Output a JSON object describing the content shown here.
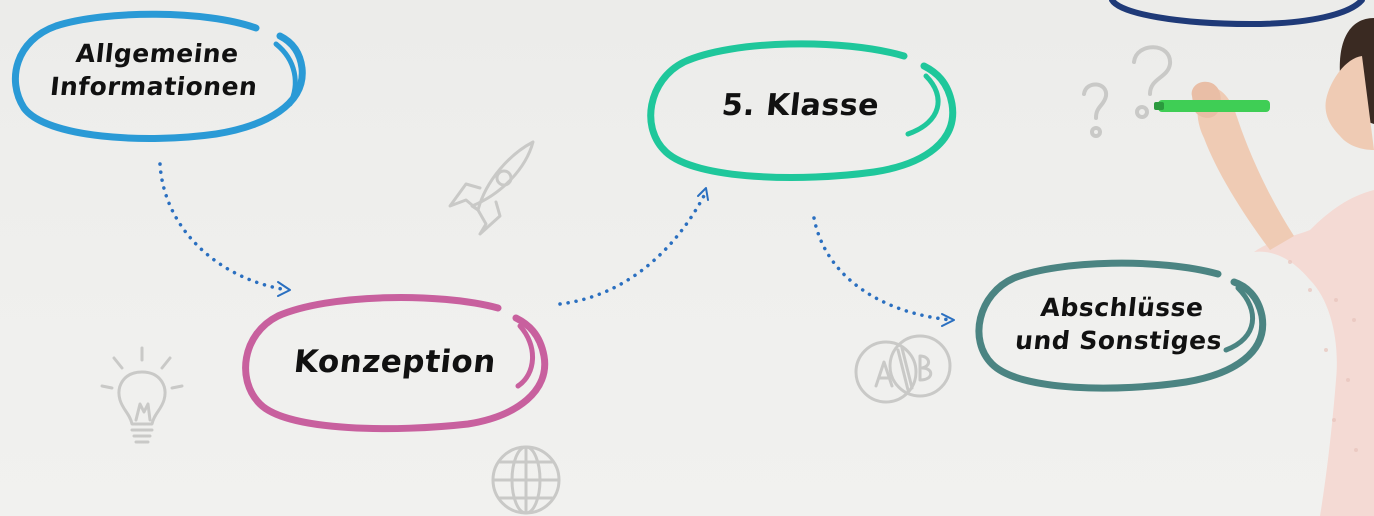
{
  "nodes": {
    "allgemeine": {
      "label": "Allgemeine\nInformationen",
      "color": "#2a9ad6"
    },
    "konzeption": {
      "label": "Konzeption",
      "color": "#c8609e"
    },
    "klasse5": {
      "label": "5. Klasse",
      "color": "#1fc79b"
    },
    "abschluesse": {
      "label": "Abschlüsse\nund Sonstiges",
      "color": "#4b8482"
    },
    "top_right": {
      "label": "",
      "color": "#1f3a78"
    }
  },
  "arrow_color": "#2a6fc0",
  "doodle_color": "#c9c9c7",
  "icons": [
    "rocket-icon",
    "lightbulb-icon",
    "globe-icon",
    "ab-venn-icon",
    "question-marks-icon"
  ],
  "marker_color": "#3fce55"
}
